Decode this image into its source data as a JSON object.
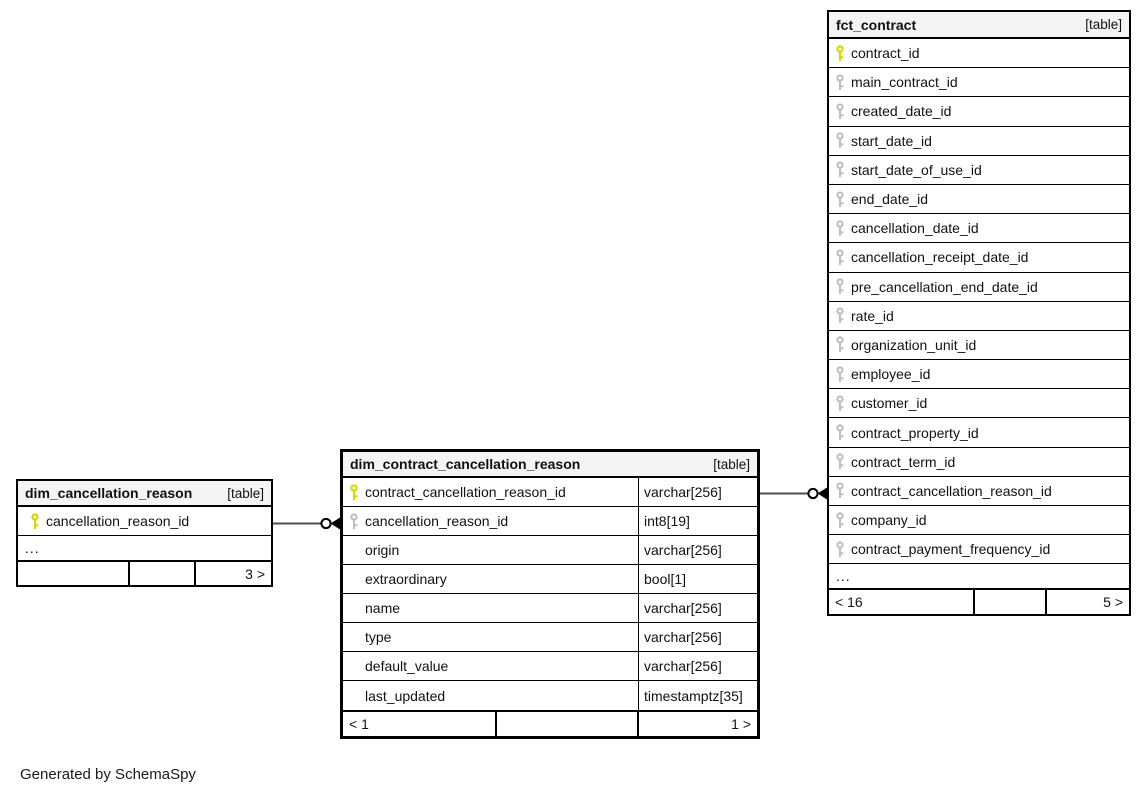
{
  "page": {
    "background": "#ffffff",
    "footer_note": "Generated by SchemaSpy"
  },
  "colors": {
    "table_border": "#000000",
    "header_background": "#f4f4f4",
    "row_background": "#ffffff",
    "text": "#111111",
    "primary_key": "#d6d600",
    "foreign_key": "#bfbfbf",
    "edge_line": "#4d4d4d",
    "edge_marker": "#000000"
  },
  "tables": [
    {
      "name": "dim_cancellation_reason",
      "tag": "[table]",
      "columns": [
        {
          "label": "cancellation_reason_id",
          "key": "primary",
          "type": ""
        }
      ],
      "ellipsis": "...",
      "footer": {
        "cells": [
          "",
          "",
          "3 >"
        ]
      }
    },
    {
      "name": "dim_contract_cancellation_reason",
      "tag": "[table]",
      "columns": [
        {
          "label": "contract_cancellation_reason_id",
          "key": "primary",
          "type": "varchar[256]"
        },
        {
          "label": "cancellation_reason_id",
          "key": "foreign",
          "type": "int8[19]"
        },
        {
          "label": "origin",
          "key": "none",
          "type": "varchar[256]"
        },
        {
          "label": "extraordinary",
          "key": "none",
          "type": "bool[1]"
        },
        {
          "label": "name",
          "key": "none",
          "type": "varchar[256]"
        },
        {
          "label": "type",
          "key": "none",
          "type": "varchar[256]"
        },
        {
          "label": "default_value",
          "key": "none",
          "type": "varchar[256]"
        },
        {
          "label": "last_updated",
          "key": "none",
          "type": "timestamptz[35]"
        }
      ],
      "ellipsis": "",
      "footer": {
        "cells": [
          "< 1",
          "",
          "1 >"
        ]
      }
    },
    {
      "name": "fct_contract",
      "tag": "[table]",
      "columns": [
        {
          "label": "contract_id",
          "key": "primary",
          "type": ""
        },
        {
          "label": "main_contract_id",
          "key": "foreign",
          "type": ""
        },
        {
          "label": "created_date_id",
          "key": "foreign",
          "type": ""
        },
        {
          "label": "start_date_id",
          "key": "foreign",
          "type": ""
        },
        {
          "label": "start_date_of_use_id",
          "key": "foreign",
          "type": ""
        },
        {
          "label": "end_date_id",
          "key": "foreign",
          "type": ""
        },
        {
          "label": "cancellation_date_id",
          "key": "foreign",
          "type": ""
        },
        {
          "label": "cancellation_receipt_date_id",
          "key": "foreign",
          "type": ""
        },
        {
          "label": "pre_cancellation_end_date_id",
          "key": "foreign",
          "type": ""
        },
        {
          "label": "rate_id",
          "key": "foreign",
          "type": ""
        },
        {
          "label": "organization_unit_id",
          "key": "foreign",
          "type": ""
        },
        {
          "label": "employee_id",
          "key": "foreign",
          "type": ""
        },
        {
          "label": "customer_id",
          "key": "foreign",
          "type": ""
        },
        {
          "label": "contract_property_id",
          "key": "foreign",
          "type": ""
        },
        {
          "label": "contract_term_id",
          "key": "foreign",
          "type": ""
        },
        {
          "label": "contract_cancellation_reason_id",
          "key": "foreign",
          "type": ""
        },
        {
          "label": "company_id",
          "key": "foreign",
          "type": ""
        },
        {
          "label": "contract_payment_frequency_id",
          "key": "foreign",
          "type": ""
        }
      ],
      "ellipsis": "...",
      "footer": {
        "cells": [
          "< 16",
          "",
          "5 >"
        ]
      }
    }
  ],
  "relationships": [
    {
      "from": "dim_cancellation_reason.cancellation_reason_id",
      "to": "dim_contract_cancellation_reason.cancellation_reason_id"
    },
    {
      "from": "dim_contract_cancellation_reason.contract_cancellation_reason_id",
      "to": "fct_contract.contract_cancellation_reason_id"
    }
  ]
}
